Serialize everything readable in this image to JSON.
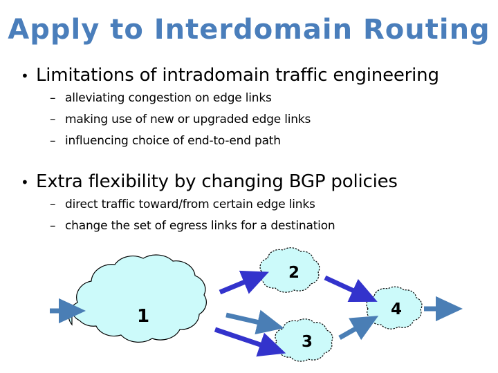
{
  "slide": {
    "title": "Apply to Interdomain Routing",
    "title_color": "#4A7EBB",
    "background_color": "#FFFFFF"
  },
  "content": {
    "bullet_marker": "•",
    "sub_marker": "–",
    "sections": [
      {
        "heading": "Limitations of intradomain traffic engineering",
        "items": [
          "alleviating congestion on edge links",
          "making use of new or upgraded edge links",
          "influencing choice of end-to-end path"
        ]
      },
      {
        "heading": "Extra flexibility by changing BGP policies",
        "items": [
          "direct traffic toward/from certain edge links",
          "change the set of egress links for a destination"
        ]
      }
    ]
  },
  "diagram": {
    "type": "network-topology",
    "cloud_fill": "#CCFAFA",
    "cloud_stroke": "#000000",
    "arrow_color_primary": "#3333CC",
    "arrow_color_secondary": "#4A7EB5",
    "nodes": [
      {
        "id": "as1",
        "label": "1",
        "size": "large"
      },
      {
        "id": "as2",
        "label": "2",
        "size": "small"
      },
      {
        "id": "as3",
        "label": "3",
        "size": "small"
      },
      {
        "id": "as4",
        "label": "4",
        "size": "small"
      }
    ],
    "edges": [
      {
        "from": "ingress",
        "to": "as1",
        "color": "#4A7EB5"
      },
      {
        "from": "as1",
        "to": "as2",
        "color": "#3333CC"
      },
      {
        "from": "as1",
        "to": "as3-upper",
        "color": "#4A7EB5"
      },
      {
        "from": "as1",
        "to": "as3",
        "color": "#3333CC"
      },
      {
        "from": "as2",
        "to": "as4",
        "color": "#3333CC"
      },
      {
        "from": "as3",
        "to": "as4",
        "color": "#4A7EB5"
      },
      {
        "from": "as4",
        "to": "egress",
        "color": "#4A7EB5"
      }
    ]
  }
}
